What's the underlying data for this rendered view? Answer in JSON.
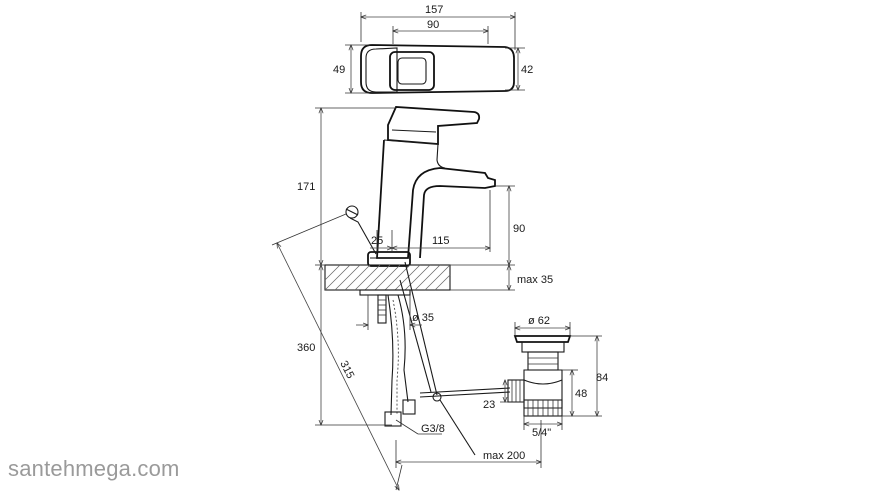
{
  "watermark": "santehmega.com",
  "dimensions": {
    "top_width_total": "157",
    "top_width_inner": "90",
    "top_height_left": "49",
    "top_height_right": "42",
    "overall_height": "171",
    "spout_height": "90",
    "offset_small": "25",
    "spout_reach": "115",
    "counter_max": "max 35",
    "hole_diameter": "ø 35",
    "hose_length": "360",
    "rod_length": "315",
    "waste_diameter": "ø 62",
    "waste_height": "84",
    "waste_body": "48",
    "waste_outlet": "23",
    "waste_thread": "5/4\"",
    "supply_thread": "G3/8",
    "rod_max": "max 200"
  }
}
